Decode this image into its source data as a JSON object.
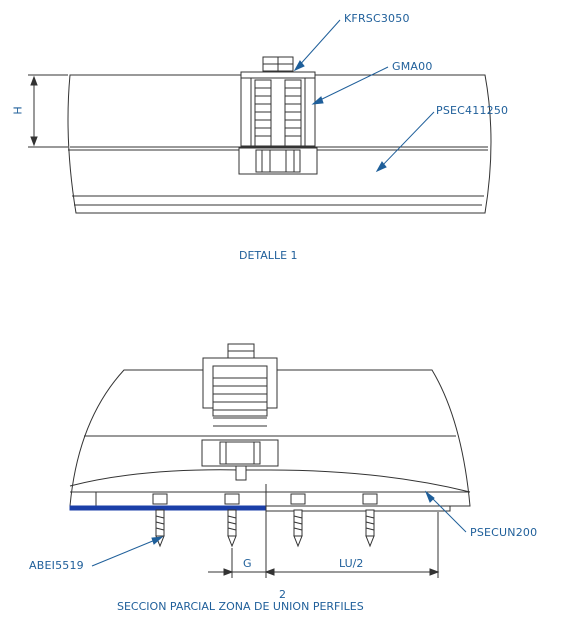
{
  "detail1": {
    "labels": {
      "screw": "KFRSC3050",
      "gasket": "GMA00",
      "profile": "PSEC411250"
    },
    "dimension_h": "H",
    "caption": "DETALLE 1"
  },
  "detail2": {
    "labels": {
      "rivet": "ABEI5519",
      "joint_profile": "PSECUN200"
    },
    "dimension_g": "G",
    "dimension_lu": "LU/2",
    "caption_number": "2",
    "caption": "SECCION PARCIAL ZONA DE UNION PERFILES"
  },
  "colors": {
    "line": "#333333",
    "label": "#1f5f9a",
    "leader": "#1f5f9a",
    "hatch": "#555555",
    "blue_strip": "#1b3fa8"
  }
}
